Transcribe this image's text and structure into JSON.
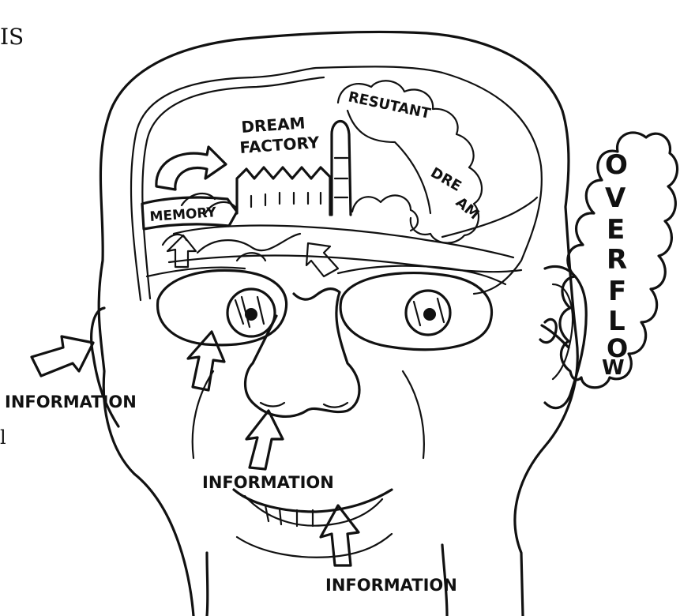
{
  "margin": {
    "top_fragment": "IS",
    "mid_fragment": "l"
  },
  "labels": {
    "dream_factory_line1": "DREAM",
    "dream_factory_line2": "FACTORY",
    "resultant_dream": [
      "RESUTANT",
      "DRE",
      "AM"
    ],
    "memory": "MEMORY",
    "overflow": [
      "O",
      "V",
      "E",
      "R",
      "F",
      "L",
      "O",
      "W"
    ],
    "information_ear": "INFORMATION",
    "information_nose": "INFORMATION",
    "information_mouth": "INFORMATION"
  }
}
